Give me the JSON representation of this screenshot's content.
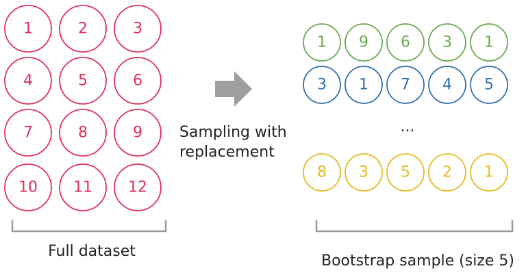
{
  "full_dataset": {
    "label": "Full dataset",
    "items": [
      "1",
      "2",
      "3",
      "4",
      "5",
      "6",
      "7",
      "8",
      "9",
      "10",
      "11",
      "12"
    ]
  },
  "process": {
    "label_line1": "Sampling with",
    "label_line2": "replacement"
  },
  "bootstrap": {
    "label": "Bootstrap sample (size 5)",
    "ellipsis": "...",
    "samples": [
      {
        "items": [
          "1",
          "9",
          "6",
          "3",
          "1"
        ]
      },
      {
        "items": [
          "3",
          "1",
          "7",
          "4",
          "5"
        ]
      },
      {
        "items": [
          "8",
          "3",
          "5",
          "2",
          "1"
        ]
      }
    ]
  },
  "colors": {
    "full": "#e0305a",
    "sample_1": "#6aa84f",
    "sample_2": "#2f6fb0",
    "sample_3": "#e8b820",
    "bracket": "#999999",
    "arrow": "#9e9e9e"
  }
}
